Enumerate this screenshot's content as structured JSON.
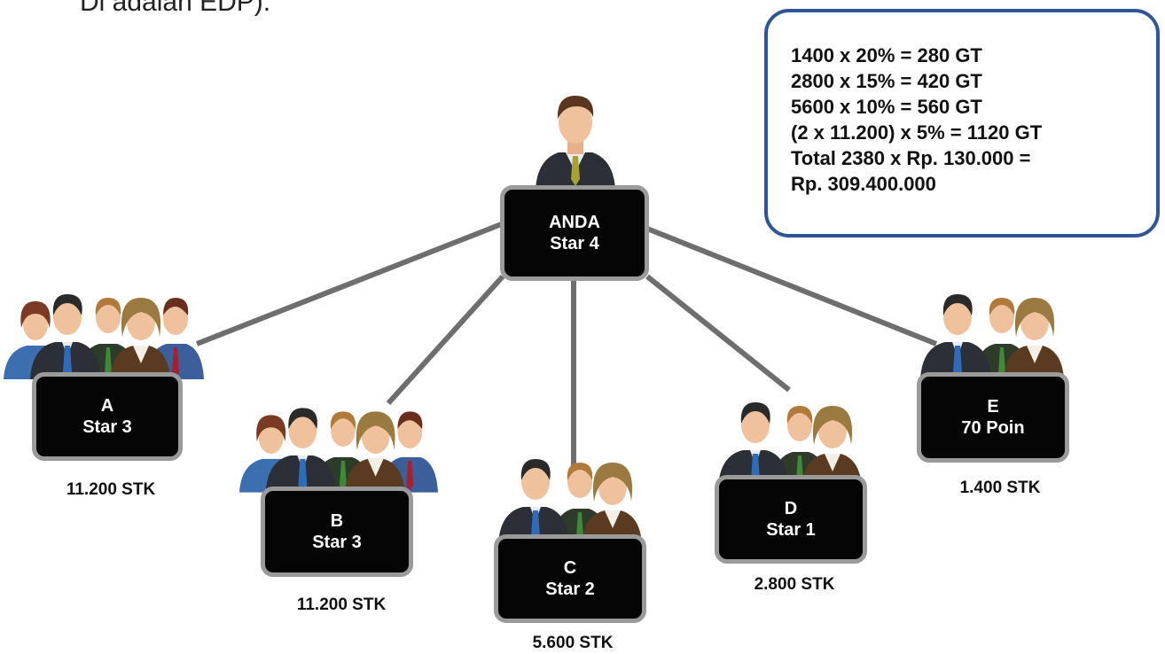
{
  "header_fragment": "Di  adalah EDP).",
  "root": {
    "name": "ANDA",
    "rank": "Star 4"
  },
  "members": [
    {
      "id": "a",
      "name": "A",
      "rank": "Star 3",
      "volume": "11.200 STK"
    },
    {
      "id": "b",
      "name": "B",
      "rank": "Star 3",
      "volume": "11.200 STK"
    },
    {
      "id": "c",
      "name": "C",
      "rank": "Star 2",
      "volume": "5.600 STK"
    },
    {
      "id": "d",
      "name": "D",
      "rank": "Star 1",
      "volume": "2.800 STK"
    },
    {
      "id": "e",
      "name": "E",
      "rank": "70 Poin",
      "volume": "1.400 STK"
    }
  ],
  "calculation": {
    "lines": [
      "1400 x 20% = 280 GT",
      "2800 x 15% = 420 GT",
      "5600 x 10% = 560 GT",
      "(2 x 11.200) x 5% = 1120 GT",
      "Total 2380 x Rp. 130.000 =",
      "Rp. 309.400.000"
    ]
  },
  "colors": {
    "node_fill": "#050505",
    "node_border": "#9a9a9a",
    "connector": "#6e6e6e",
    "box_border": "#2f5597"
  },
  "icons": {
    "leader": "businessman-icon",
    "group": "business-team-icon"
  }
}
